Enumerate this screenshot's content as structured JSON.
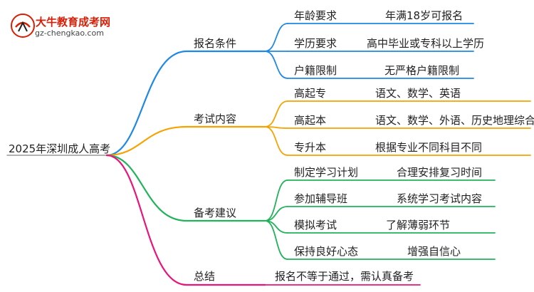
{
  "logo": {
    "title": "大牛教育成考网",
    "url": "gz-chengkao.com"
  },
  "colors": {
    "blue": "#1e88e5",
    "orange": "#f5a300",
    "green": "#21b35a",
    "pink": "#e8157a",
    "logo_red": "#d81e06"
  },
  "root": "2025年深圳成人高考",
  "branches": [
    {
      "label": "报名条件",
      "color_key": "blue",
      "items": [
        {
          "label": "年龄要求",
          "value": "年满18岁可报名"
        },
        {
          "label": "学历要求",
          "value": "高中毕业或专科以上学历"
        },
        {
          "label": "户籍限制",
          "value": "无严格户籍限制"
        }
      ]
    },
    {
      "label": "考试内容",
      "color_key": "orange",
      "items": [
        {
          "label": "高起专",
          "value": "语文、数学、英语"
        },
        {
          "label": "高起本",
          "value": "语文、数学、外语、历史地理综合"
        },
        {
          "label": "专升本",
          "value": "根据专业不同科目不同"
        }
      ]
    },
    {
      "label": "备考建议",
      "color_key": "green",
      "items": [
        {
          "label": "制定学习计划",
          "value": "合理安排复习时间"
        },
        {
          "label": "参加辅导班",
          "value": "系统学习考试内容"
        },
        {
          "label": "模拟考试",
          "value": "了解薄弱环节"
        },
        {
          "label": "保持良好心态",
          "value": "增强自信心"
        }
      ]
    },
    {
      "label": "总结",
      "color_key": "pink",
      "items": [
        {
          "label": "",
          "value": "报名不等于通过，需认真备考"
        }
      ]
    }
  ]
}
